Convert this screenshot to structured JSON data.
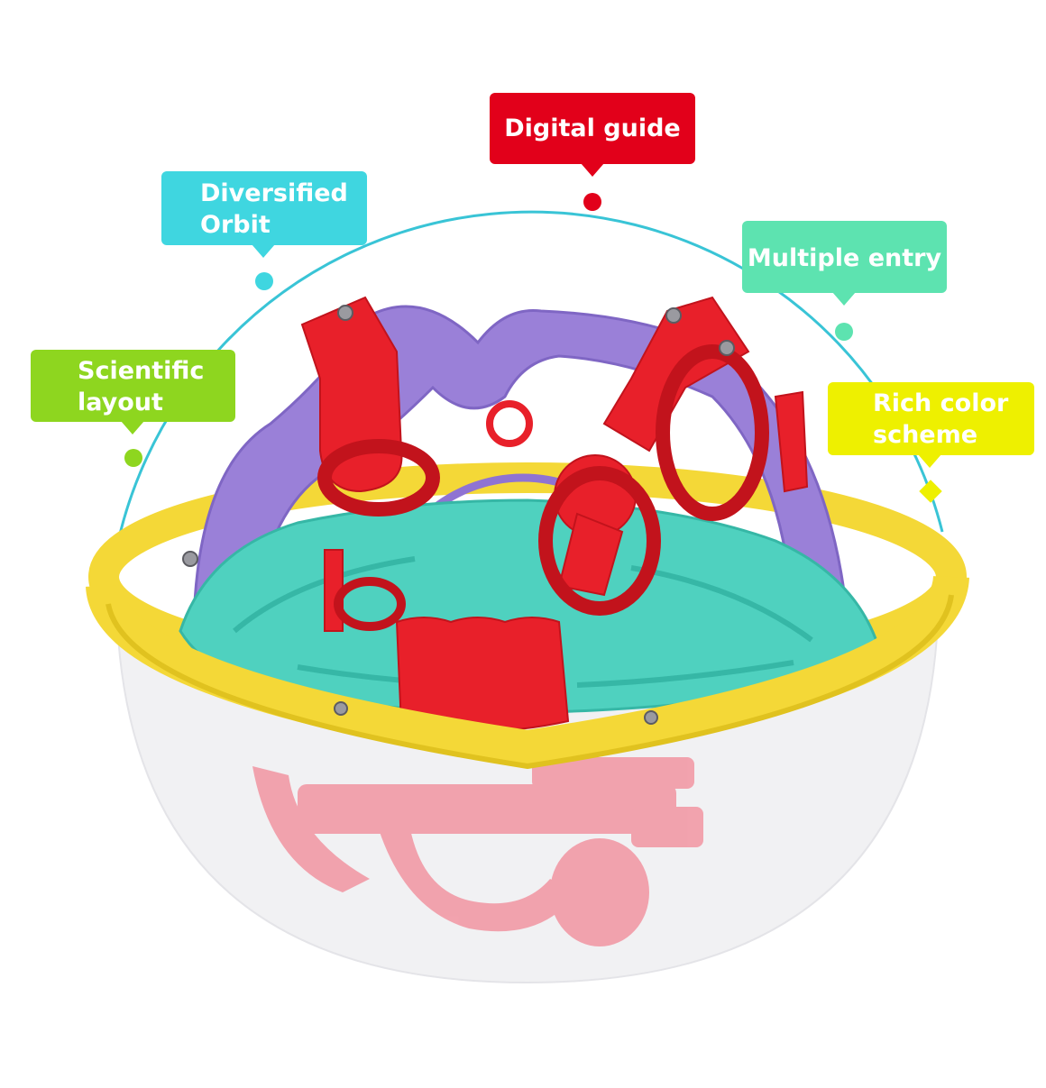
{
  "callouts": {
    "digital_guide": {
      "lines": [
        "Digital guide"
      ],
      "color": "#e2001a"
    },
    "diversified_orbit": {
      "lines": [
        "Diversified",
        "Orbit"
      ],
      "color": "#3fd6e0"
    },
    "multiple_entry": {
      "lines": [
        "Multiple entry"
      ],
      "color": "#5de3b0"
    },
    "scientific_layout": {
      "lines": [
        "Scientific",
        "layout"
      ],
      "color": "#8ed61f"
    },
    "rich_color_scheme": {
      "lines": [
        "Rich color",
        "scheme"
      ],
      "color": "#eef000"
    }
  },
  "product": {
    "icons": [
      "maze-ball-icon"
    ],
    "colors": {
      "ring": "#f7e04a",
      "track_purple": "#9b7fd6",
      "track_teal": "#4fd1bf",
      "parts_red": "#e8202a",
      "dome_bottom": "#f39aa6"
    }
  }
}
